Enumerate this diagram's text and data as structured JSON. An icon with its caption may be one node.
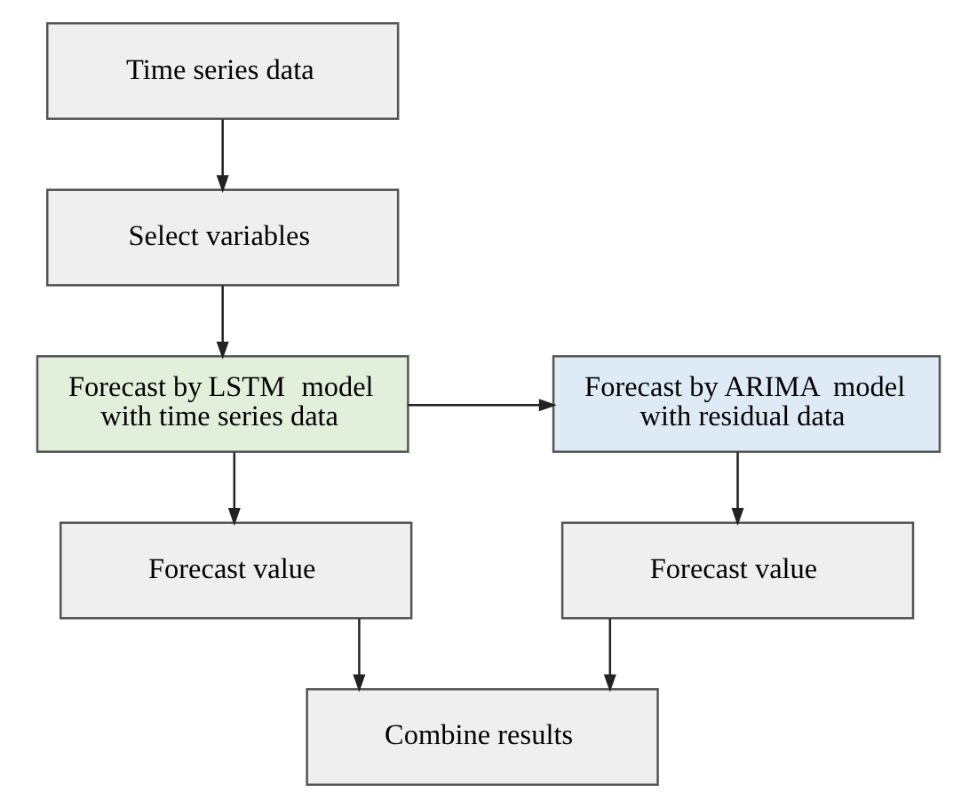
{
  "diagram": {
    "nodes": [
      {
        "text": [
          "Time series data"
        ]
      },
      {
        "text": [
          "Select variables"
        ]
      },
      {
        "text": [
          "Forecast by **LSTM** model with time series data"
        ]
      },
      {
        "text": [
          "Forecast by **ARIMA** model with residual data"
        ]
      },
      {
        "text": [
          "Forecast value"
        ]
      },
      {
        "text": [
          "Forecast value"
        ]
      },
      {
        "text": [
          "Combine results"
        ]
      }
    ],
    "edges": [
      {
        "from": 0,
        "to": 1,
        "arrow": "to"
      },
      {
        "from": 1,
        "to": 2,
        "arrow": "to"
      },
      {
        "from": 2,
        "to": 3,
        "arrow": "to"
      },
      {
        "from": 2,
        "to": 4,
        "arrow": "to"
      },
      {
        "from": 3,
        "to": 5,
        "arrow": "to"
      },
      {
        "from": 4,
        "to": 6,
        "arrow": "to"
      },
      {
        "from": 5,
        "to": 6,
        "arrow": "to"
      }
    ]
  }
}
